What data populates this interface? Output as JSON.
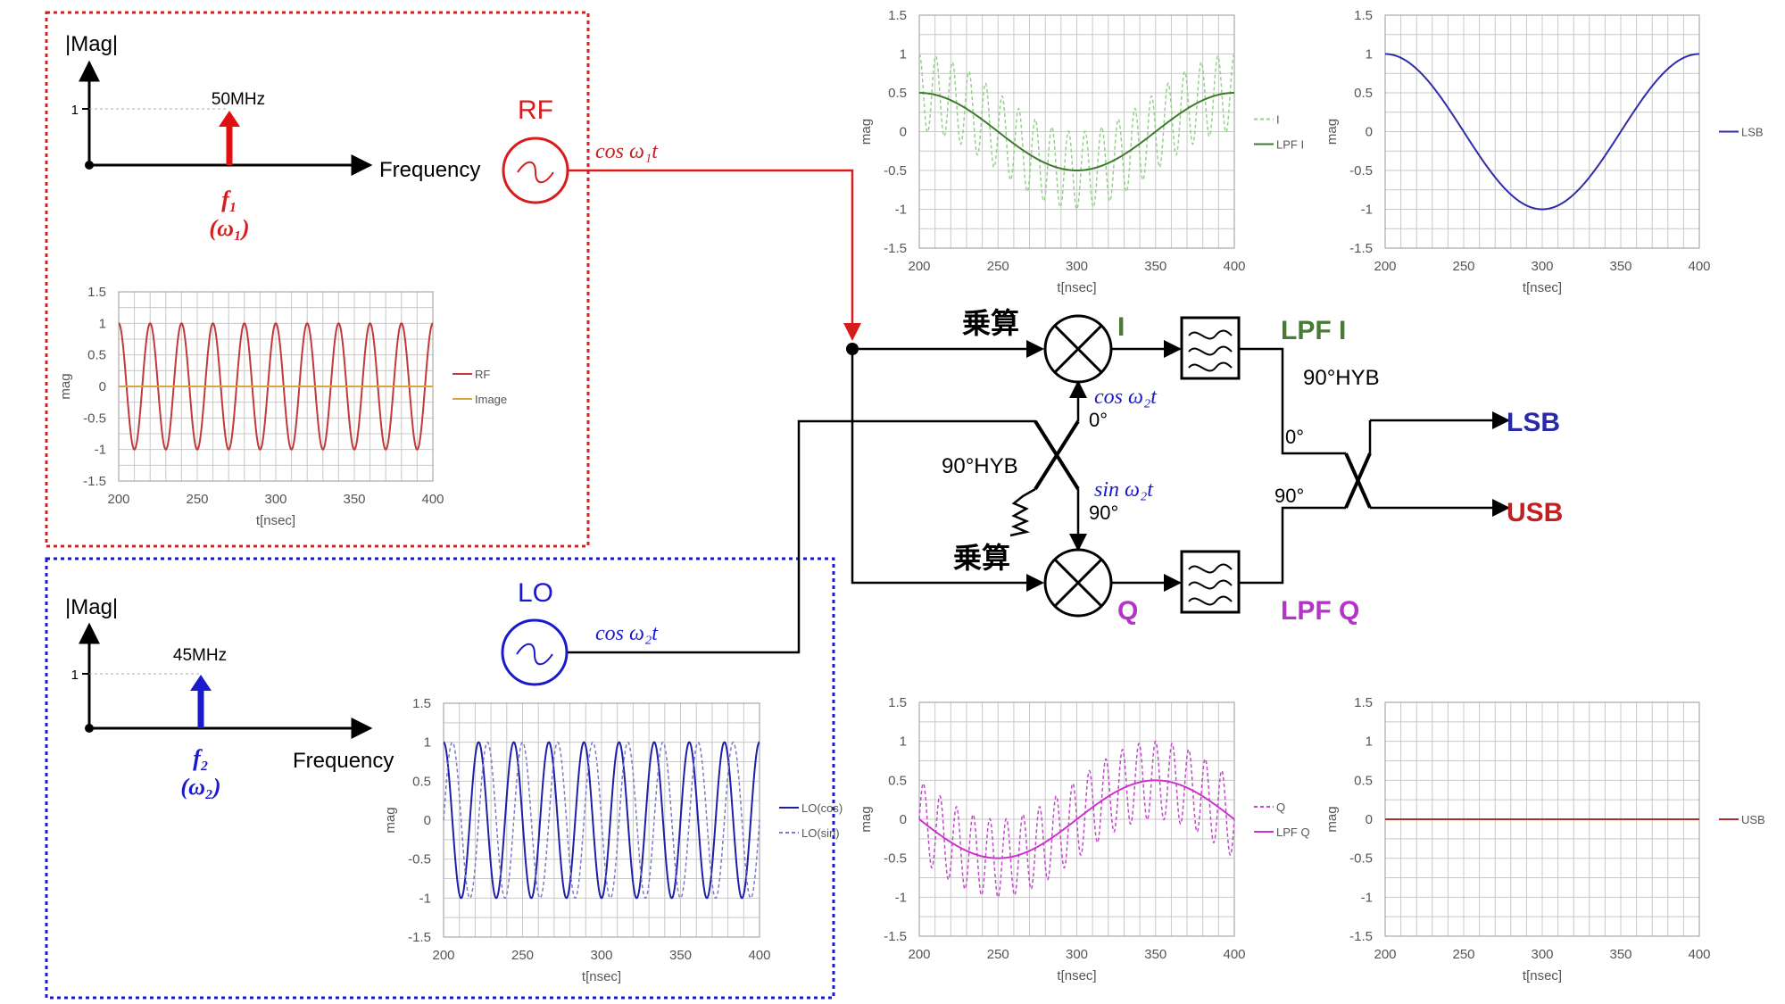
{
  "colors": {
    "rf": "#d71c1c",
    "lo": "#1a1acc",
    "i": "#4b7a35",
    "q": "#b534c8",
    "lsb": "#2828a8",
    "usb": "#b32a2a",
    "image": "#d9a441",
    "lpf_i_light": "#94d28a",
    "lpf_q": "#cc33cc"
  },
  "rf_panel": {
    "mag_label": "|Mag|",
    "tick_1": "1",
    "freq_marker": "50MHz",
    "freq_axis": "Frequency",
    "f_symbol": "f₁",
    "omega_symbol": "(ω₁)",
    "source_label": "RF",
    "signal_label": "cos ω₁t"
  },
  "lo_panel": {
    "mag_label": "|Mag|",
    "tick_1": "1",
    "freq_marker": "45MHz",
    "freq_axis": "Frequency",
    "f_symbol": "f₂",
    "omega_symbol": "(ω₂)",
    "source_label": "LO",
    "signal_label": "cos ω₂t"
  },
  "block": {
    "mult_top": "乗算",
    "mult_bottom": "乗算",
    "i_label": "I",
    "q_label": "Q",
    "cos_label": "cos ω₂t",
    "cos_deg": "0°",
    "sin_label": "sin ω₂t",
    "sin_deg": "90°",
    "hyb_left": "90°HYB",
    "hyb_right": "90°HYB",
    "lpf_i": "LPF I",
    "lpf_q": "LPF Q",
    "right_0deg": "0°",
    "right_90deg": "90°",
    "lsb": "LSB",
    "usb": "USB"
  },
  "chart_data": [
    {
      "id": "rf",
      "type": "line",
      "xlabel": "t[nsec]",
      "ylabel": "mag",
      "xlim": [
        200,
        400
      ],
      "ylim": [
        -1.5,
        1.5
      ],
      "xticks": [
        "200",
        "250",
        "300",
        "350",
        "400"
      ],
      "yticks": [
        "1.5",
        "1",
        "0.5",
        "0",
        "-0.5",
        "-1",
        "-1.5"
      ],
      "grid": true,
      "legend_position": "right",
      "series": [
        {
          "name": "RF",
          "function": "cos",
          "freq_mhz": 50,
          "amplitude": 1,
          "phase_deg": 0,
          "style": "solid",
          "color": "#c0393b"
        },
        {
          "name": "Image",
          "function": "cos",
          "freq_mhz": 0,
          "amplitude": 0,
          "phase_deg": 0,
          "style": "solid",
          "color": "#d9a441"
        }
      ]
    },
    {
      "id": "lo",
      "type": "line",
      "xlabel": "t[nsec]",
      "ylabel": "mag",
      "xlim": [
        200,
        400
      ],
      "ylim": [
        -1.5,
        1.5
      ],
      "xticks": [
        "200",
        "250",
        "300",
        "350",
        "400"
      ],
      "yticks": [
        "1.5",
        "1",
        "0.5",
        "0",
        "-0.5",
        "-1",
        "-1.5"
      ],
      "grid": true,
      "legend_position": "right",
      "series": [
        {
          "name": "LO(cos)",
          "function": "cos",
          "freq_mhz": 45,
          "amplitude": 1,
          "phase_deg": 0,
          "style": "solid",
          "color": "#1f1fa8"
        },
        {
          "name": "LO(sin)",
          "function": "sin",
          "freq_mhz": 45,
          "amplitude": 1,
          "phase_deg": 0,
          "style": "dashed",
          "color": "#7a7ac8"
        }
      ]
    },
    {
      "id": "i",
      "type": "line",
      "xlabel": "t[nsec]",
      "ylabel": "mag",
      "xlim": [
        200,
        400
      ],
      "ylim": [
        -1.5,
        1.5
      ],
      "xticks": [
        "200",
        "250",
        "300",
        "350",
        "400"
      ],
      "yticks": [
        "1.5",
        "1",
        "0.5",
        "0",
        "-0.5",
        "-1",
        "-1.5"
      ],
      "grid": true,
      "legend_position": "right",
      "series": [
        {
          "name": "I",
          "function": "product_cos_cos",
          "freq_mhz": [
            50,
            45
          ],
          "amplitude": 1,
          "style": "dashed",
          "color": "#94d28a"
        },
        {
          "name": "LPF I",
          "function": "cos",
          "freq_mhz": 5,
          "amplitude": 0.5,
          "phase_deg": 0,
          "style": "solid",
          "color": "#3c7a2e"
        }
      ]
    },
    {
      "id": "lsb",
      "type": "line",
      "xlabel": "t[nsec]",
      "ylabel": "mag",
      "xlim": [
        200,
        400
      ],
      "ylim": [
        -1.5,
        1.5
      ],
      "xticks": [
        "200",
        "250",
        "300",
        "350",
        "400"
      ],
      "yticks": [
        "1.5",
        "1",
        "0.5",
        "0",
        "-0.5",
        "-1",
        "-1.5"
      ],
      "grid": true,
      "legend_position": "right",
      "series": [
        {
          "name": "LSB",
          "function": "cos",
          "freq_mhz": 5,
          "amplitude": 1,
          "phase_deg": 0,
          "style": "solid",
          "color": "#2d2da8"
        }
      ]
    },
    {
      "id": "q",
      "type": "line",
      "xlabel": "t[nsec]",
      "ylabel": "mag",
      "xlim": [
        200,
        400
      ],
      "ylim": [
        -1.5,
        1.5
      ],
      "xticks": [
        "200",
        "250",
        "300",
        "350",
        "400"
      ],
      "yticks": [
        "1.5",
        "1",
        "0.5",
        "0",
        "-0.5",
        "-1",
        "-1.5"
      ],
      "grid": true,
      "legend_position": "right",
      "series": [
        {
          "name": "Q",
          "function": "product_cos_sin",
          "freq_mhz": [
            50,
            45
          ],
          "amplitude": 1,
          "style": "dashed",
          "color": "#c04ac9"
        },
        {
          "name": "LPF Q",
          "function": "sin",
          "freq_mhz": 5,
          "amplitude": -0.5,
          "phase_deg": 0,
          "style": "solid",
          "color": "#cc33cc"
        }
      ]
    },
    {
      "id": "usb",
      "type": "line",
      "xlabel": "t[nsec]",
      "ylabel": "mag",
      "xlim": [
        200,
        400
      ],
      "ylim": [
        -1.5,
        1.5
      ],
      "xticks": [
        "200",
        "250",
        "300",
        "350",
        "400"
      ],
      "yticks": [
        "1.5",
        "1",
        "0.5",
        "0",
        "-0.5",
        "-1",
        "-1.5"
      ],
      "grid": true,
      "legend_position": "right",
      "series": [
        {
          "name": "USB",
          "function": "constant",
          "value": 0,
          "style": "solid",
          "color": "#b32a2a"
        }
      ]
    }
  ]
}
